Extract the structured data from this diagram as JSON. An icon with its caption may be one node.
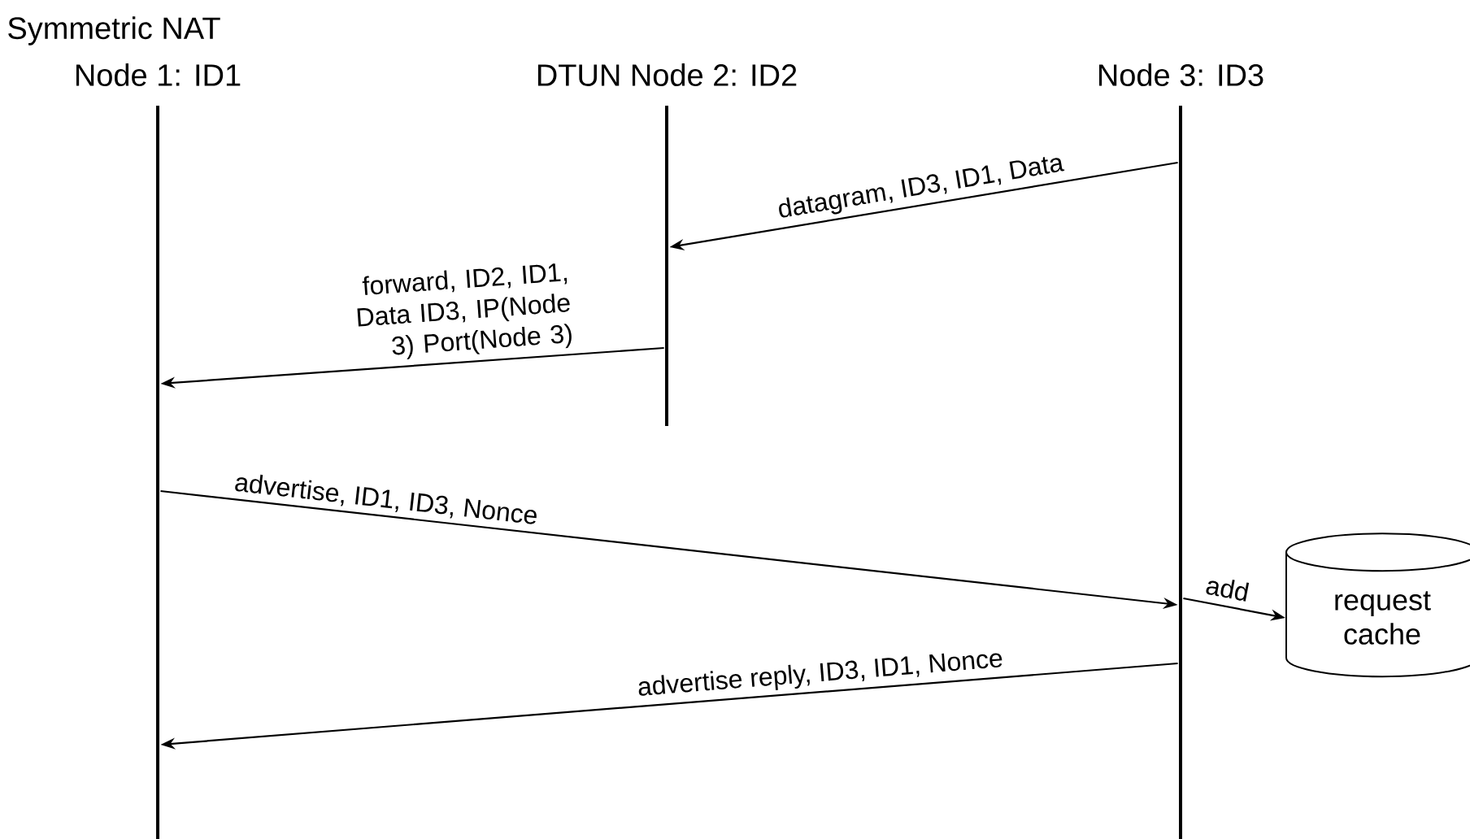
{
  "diagram": {
    "nodes": [
      {
        "text": [
          "Symmetric NAT",
          "Node 1: ID1"
        ]
      },
      {
        "text": [
          "DTUN Node 2: ID2"
        ]
      },
      {
        "text": [
          "Node 3: ID3"
        ]
      },
      {
        "text": [
          "request cache"
        ]
      }
    ],
    "edges": [
      {
        "from": 2,
        "to": 1,
        "arrow": "to",
        "label": "datagram, ID3, ID1, Data"
      },
      {
        "from": 1,
        "to": 0,
        "arrow": "to",
        "label": "forward, ID2, ID1, Data ID3, IP(Node 3) Port(Node 3)"
      },
      {
        "from": 0,
        "to": 2,
        "arrow": "to",
        "label": "advertise, ID1, ID3, Nonce"
      },
      {
        "from": 2,
        "to": 3,
        "arrow": "to",
        "label": "add"
      },
      {
        "from": 2,
        "to": 0,
        "arrow": "to",
        "label": "advertise reply, ID3, ID1, Nonce"
      }
    ]
  }
}
